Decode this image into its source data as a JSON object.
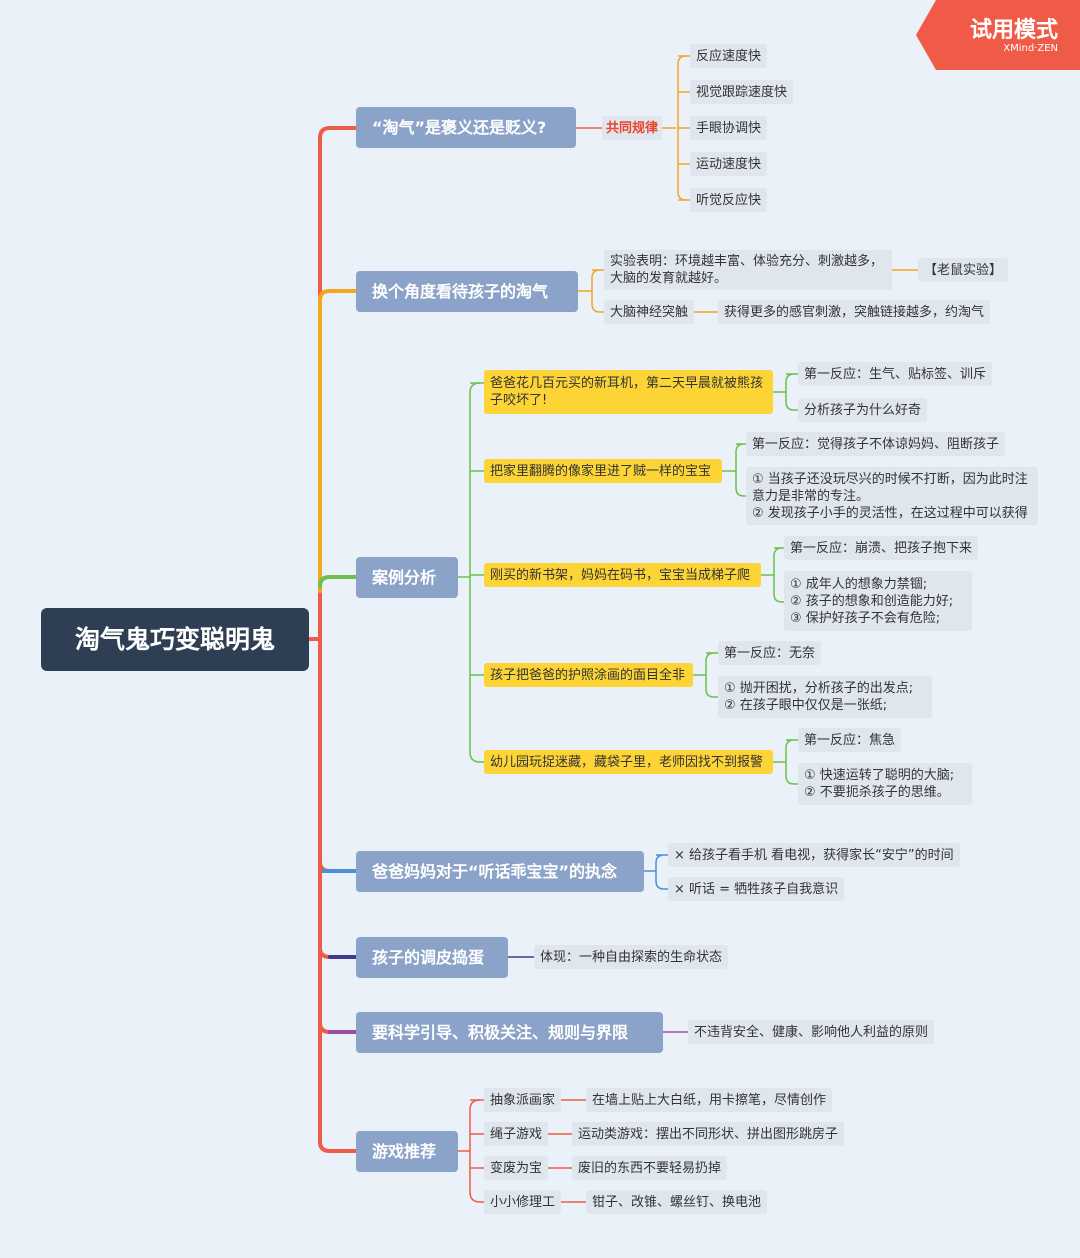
{
  "root": "淘气鬼巧变聪明鬼",
  "watermark": {
    "mode": "试用模式",
    "brand": "XMind·ZEN"
  },
  "colors": {
    "red": "#f05b48",
    "orange": "#f3a61f",
    "green": "#6cc04a",
    "blue": "#4a8fd8",
    "navy": "#3d3d8f",
    "purple": "#9a4d9e",
    "main_box": "#8ba3c8",
    "case_box": "#fcd436",
    "sub_box": "#e0e6ee",
    "root_box": "#2e3e53"
  },
  "b1": {
    "title": "“淘气”是褒义还是贬义?",
    "mid": "共同规律",
    "items": [
      "反应速度快",
      "视觉跟踪速度快",
      "手眼协调快",
      "运动速度快",
      "听觉反应快"
    ]
  },
  "b2": {
    "title": "换个角度看待孩子的淘气",
    "c1": "实验表明：环境越丰富、体验充分、刺激越多，\n大脑的发育就越好。",
    "c1x": "【老鼠实验】",
    "c2": "大脑神经突触",
    "c2x": "获得更多的感官刺激，突触链接越多，约淘气"
  },
  "b3": {
    "title": "案例分析",
    "cases": [
      {
        "text": "爸爸花几百元买的新耳机，第二天早晨就被熊孩\n子咬坏了!",
        "r1": "第一反应：生气、贴标签、训斥",
        "r2": "分析孩子为什么好奇"
      },
      {
        "text": "把家里翻腾的像家里进了贼一样的宝宝",
        "r1": "第一反应：觉得孩子不体谅妈妈、阻断孩子",
        "r2": "① 当孩子还没玩尽兴的时候不打断，因为此时注\n意力是非常的专注。\n② 发现孩子小手的灵活性，在这过程中可以获得"
      },
      {
        "text": "刚买的新书架，妈妈在码书，宝宝当成梯子爬",
        "r1": "第一反应：崩溃、把孩子抱下来",
        "r2": "① 成年人的想象力禁锢;\n② 孩子的想象和创造能力好;\n③ 保护好孩子不会有危险;"
      },
      {
        "text": "孩子把爸爸的护照涂画的面目全非",
        "r1": "第一反应：无奈",
        "r2": "① 抛开困扰，分析孩子的出发点;\n② 在孩子眼中仅仅是一张纸;"
      },
      {
        "text": "幼儿园玩捉迷藏，藏袋子里，老师因找不到报警",
        "r1": "第一反应：焦急",
        "r2": "① 快速运转了聪明的大脑;\n② 不要扼杀孩子的思维。"
      }
    ]
  },
  "b4": {
    "title": "爸爸妈妈对于“听话乖宝宝”的执念",
    "items": [
      "× 给孩子看手机 看电视，获得家长“安宁”的时间",
      "× 听话 = 牺牲孩子自我意识"
    ]
  },
  "b5": {
    "title": "孩子的调皮捣蛋",
    "item": "体现：一种自由探索的生命状态"
  },
  "b6": {
    "title": "要科学引导、积极关注、规则与界限",
    "item": "不违背安全、健康、影响他人利益的原则"
  },
  "b7": {
    "title": "游戏推荐",
    "games": [
      {
        "name": "抽象派画家",
        "desc": "在墙上贴上大白纸，用卡擦笔，尽情创作"
      },
      {
        "name": "绳子游戏",
        "desc": "运动类游戏：摆出不同形状、拼出图形跳房子"
      },
      {
        "name": "变废为宝",
        "desc": "废旧的东西不要轻易扔掉"
      },
      {
        "name": "小小修理工",
        "desc": "钳子、改锥、螺丝钉、换电池"
      }
    ]
  }
}
